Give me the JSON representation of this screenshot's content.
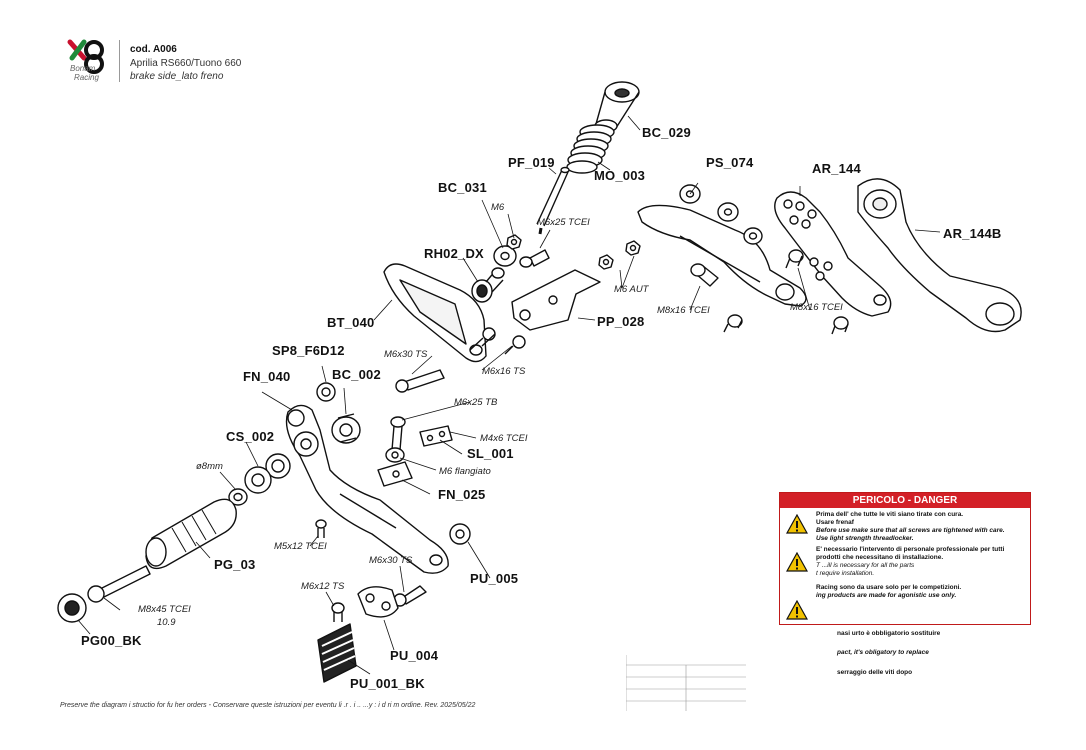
{
  "header": {
    "code": "cod. A006",
    "model": "Aprilia RS660/Tuono 660",
    "side": "brake side_lato freno",
    "brand_lines": [
      "Bonam",
      "Racing"
    ]
  },
  "parts": {
    "BC_029": "BC_029",
    "PF_019": "PF_019",
    "MO_003": "MO_003",
    "PS_074": "PS_074",
    "AR_144": "AR_144",
    "AR_144B": "AR_144B",
    "BC_031": "BC_031",
    "RH02_DX": "RH02_DX",
    "BT_040": "BT_040",
    "PP_028": "PP_028",
    "SP8_F6D12": "SP8_F6D12",
    "FN_040": "FN_040",
    "BC_002": "BC_002",
    "CS_002": "CS_002",
    "SL_001": "SL_001",
    "FN_025": "FN_025",
    "PG_03": "PG_03",
    "PU_005": "PU_005",
    "PG00_BK": "PG00_BK",
    "PU_004": "PU_004",
    "PU_001_BK": "PU_001_BK"
  },
  "hardware": {
    "m6": "M6",
    "m6x25_tcei": "M6x25 TCEI",
    "m6_aut": "M6 AUT",
    "m8x16_tcei_a": "M8x16 TCEI",
    "m8x16_tcei_b": "M8x16 TCEI",
    "m6x30_ts_a": "M6x30 TS",
    "m6x16_ts": "M6x16 TS",
    "m6x25_tb": "M6x25 TB",
    "m4x6_tcei": "M4x6 TCEI",
    "m6_flangiato": "M6 flangiato",
    "d8mm": "ø8mm",
    "m5x12_tcei": "M5x12 TCEI",
    "m6x30_ts_b": "M6x30 TS",
    "m6x12_ts": "M6x12 TS",
    "m8x45_tcei": "M8x45 TCEI",
    "torque": "10.9"
  },
  "footer": "Preserve the diagram i  structio  for fu  her orders - Conservare queste istruzioni per eventu  li  .r  .  i   ..   ...y  :  i  d  ri  m  ordine.  Rev. 2025/05/22",
  "danger": {
    "title": "PERICOLO - DANGER",
    "block1": [
      "Prima dell'        che tutte le viti siano tirate con cura.",
      "Usare frenaf          ",
      "Before use make sure that all screws are tightened with care.",
      "Use light strength threadlocker."
    ],
    "block2": [
      "E' necessario l'intervento di personale professionale per tutti",
      "prodotti che necessitano di installazione.",
      "T                     ...ill is necessary for all the parts",
      "t               require installation."
    ],
    "block3": [
      "              Racing sono da usare solo per le competizioni.",
      "             ing products are made for agonistic use only."
    ],
    "line4": "nasi urto è obbligatorio sostituire",
    "line5": "pact, it's obligatory to replace",
    "line6": "serraggio delle viti dopo"
  },
  "colors": {
    "danger_red": "#d32027",
    "warning_yellow": "#f2c200",
    "ink": "#111111"
  }
}
